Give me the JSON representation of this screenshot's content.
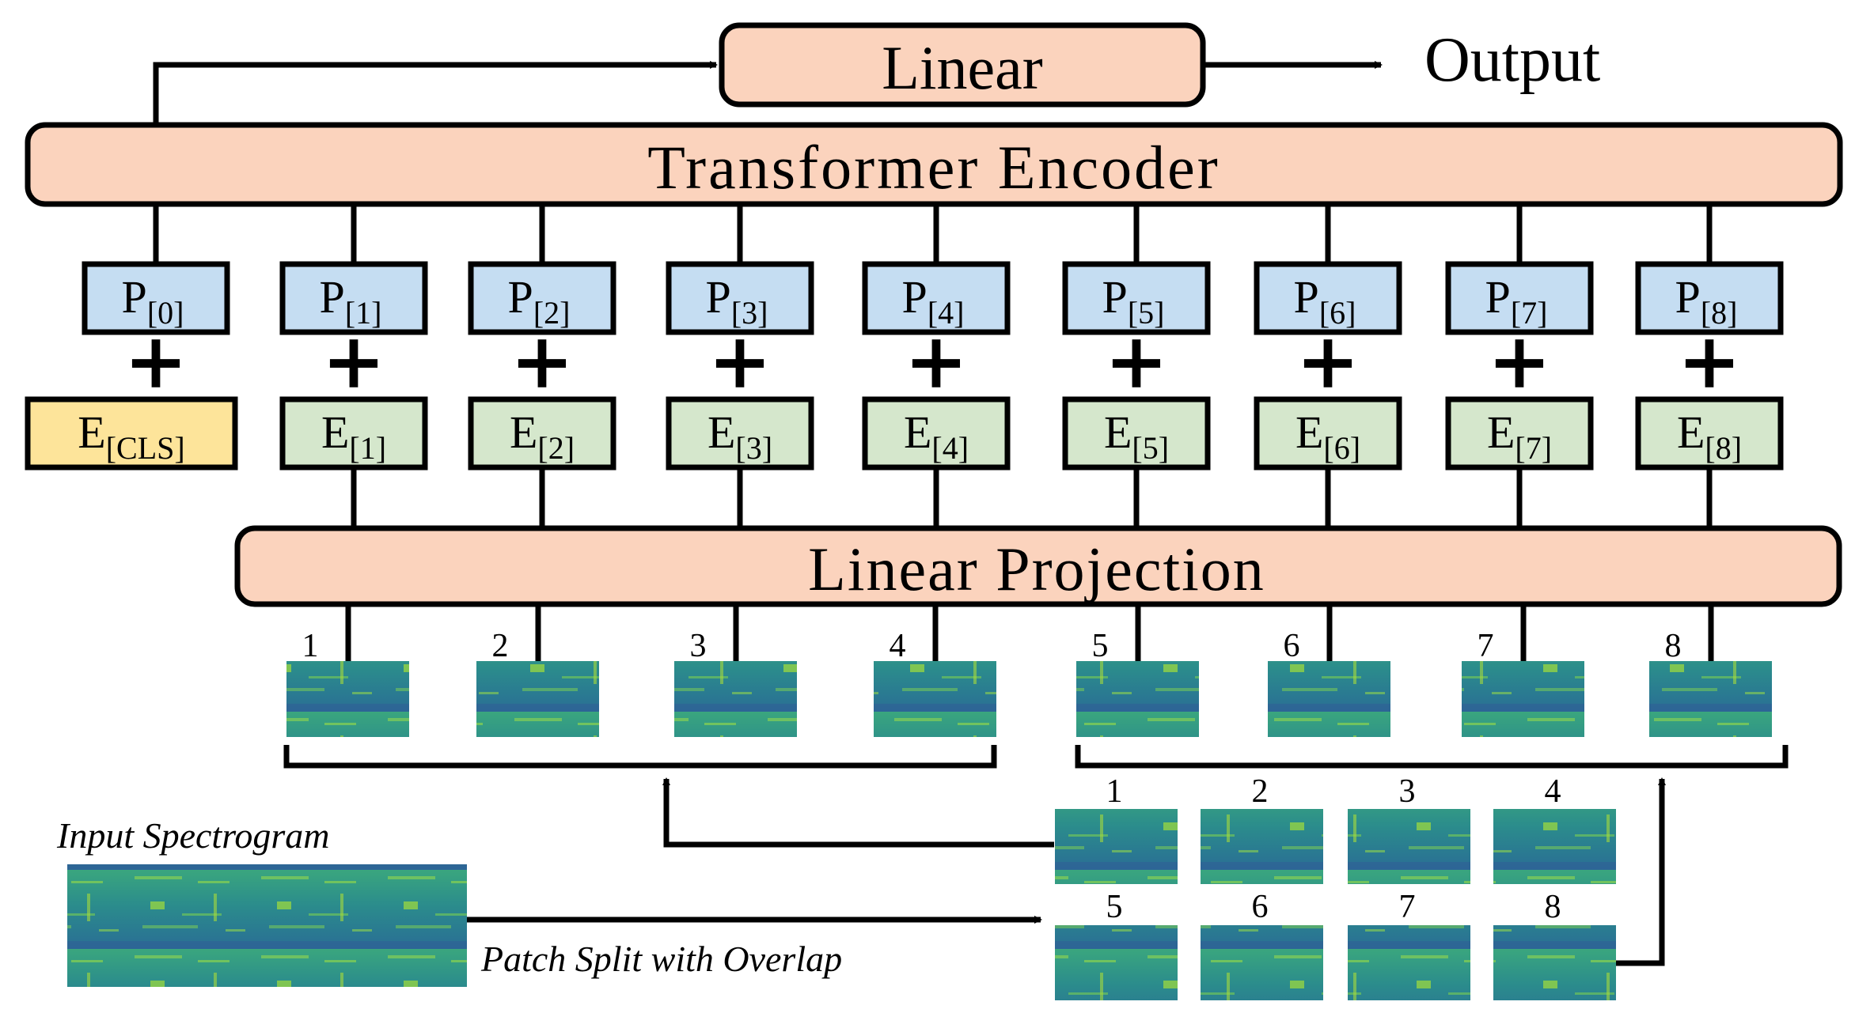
{
  "top": {
    "linear_label": "Linear",
    "output_label": "Output"
  },
  "encoder": {
    "label": "Transformer Encoder"
  },
  "projection": {
    "label": "Linear Projection"
  },
  "position_embeddings": [
    {
      "base": "P",
      "sub": "[0]"
    },
    {
      "base": "P",
      "sub": "[1]"
    },
    {
      "base": "P",
      "sub": "[2]"
    },
    {
      "base": "P",
      "sub": "[3]"
    },
    {
      "base": "P",
      "sub": "[4]"
    },
    {
      "base": "P",
      "sub": "[5]"
    },
    {
      "base": "P",
      "sub": "[6]"
    },
    {
      "base": "P",
      "sub": "[7]"
    },
    {
      "base": "P",
      "sub": "[8]"
    }
  ],
  "patch_embeddings": [
    {
      "base": "E",
      "sub": "[CLS]"
    },
    {
      "base": "E",
      "sub": "[1]"
    },
    {
      "base": "E",
      "sub": "[2]"
    },
    {
      "base": "E",
      "sub": "[3]"
    },
    {
      "base": "E",
      "sub": "[4]"
    },
    {
      "base": "E",
      "sub": "[5]"
    },
    {
      "base": "E",
      "sub": "[6]"
    },
    {
      "base": "E",
      "sub": "[7]"
    },
    {
      "base": "E",
      "sub": "[8]"
    }
  ],
  "plus_symbol": "+",
  "patch_numbers": [
    "1",
    "2",
    "3",
    "4",
    "5",
    "6",
    "7",
    "8"
  ],
  "split_numbers_top": [
    "1",
    "2",
    "3",
    "4"
  ],
  "split_numbers_bottom": [
    "5",
    "6",
    "7",
    "8"
  ],
  "input_label": "Input Spectrogram",
  "split_label": "Patch Split with Overlap",
  "colors": {
    "salmon": "#FBD3BD",
    "blue": "#C5DDF2",
    "green": "#D5E7CC",
    "yellow": "#FDE49A",
    "plus": "#7F7F7F",
    "spec_base": "#2E8F8A"
  }
}
